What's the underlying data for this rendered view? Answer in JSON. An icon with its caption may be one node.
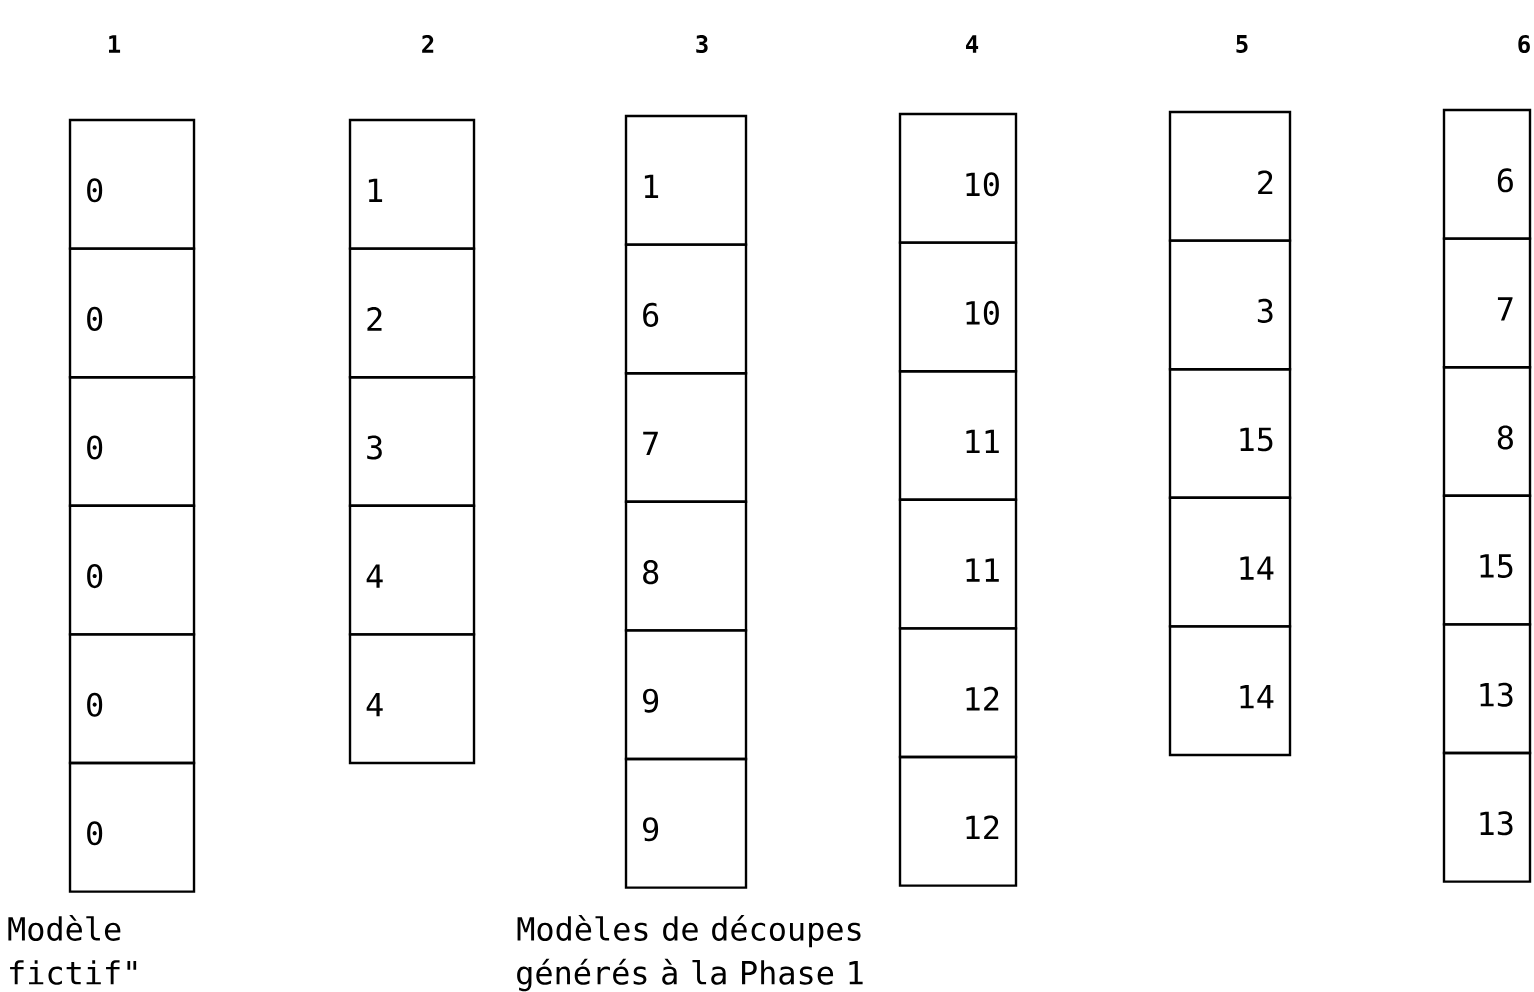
{
  "diagram": {
    "nodes": [
      {
        "text": [
          "0"
        ]
      },
      {
        "text": [
          "0"
        ]
      },
      {
        "text": [
          "0"
        ]
      },
      {
        "text": [
          "0"
        ]
      },
      {
        "text": [
          "0"
        ]
      },
      {
        "text": [
          "0"
        ]
      },
      {
        "text": [
          "1"
        ]
      },
      {
        "text": [
          "2"
        ]
      },
      {
        "text": [
          "3"
        ]
      },
      {
        "text": [
          "4"
        ]
      },
      {
        "text": [
          "4"
        ]
      },
      {
        "text": [
          "1"
        ]
      },
      {
        "text": [
          "6"
        ]
      },
      {
        "text": [
          "7"
        ]
      },
      {
        "text": [
          "8"
        ]
      },
      {
        "text": [
          "9"
        ]
      },
      {
        "text": [
          "9"
        ]
      },
      {
        "text": [
          "10"
        ]
      },
      {
        "text": [
          "10"
        ]
      },
      {
        "text": [
          "11"
        ]
      },
      {
        "text": [
          "11"
        ]
      },
      {
        "text": [
          "12"
        ]
      },
      {
        "text": [
          "12"
        ]
      },
      {
        "text": [
          "2"
        ]
      },
      {
        "text": [
          "3"
        ]
      },
      {
        "text": [
          "15"
        ]
      },
      {
        "text": [
          "14"
        ]
      },
      {
        "text": [
          "14"
        ]
      },
      {
        "text": [
          "6"
        ]
      },
      {
        "text": [
          "7"
        ]
      },
      {
        "text": [
          "8"
        ]
      },
      {
        "text": [
          "15"
        ]
      },
      {
        "text": [
          "13"
        ]
      },
      {
        "text": [
          "13"
        ]
      }
    ],
    "labels": [
      "1",
      "2",
      "3",
      "4",
      "5",
      "6",
      "Modèle fictif\"",
      "Modèles de découpes générés à la Phase 1"
    ]
  }
}
